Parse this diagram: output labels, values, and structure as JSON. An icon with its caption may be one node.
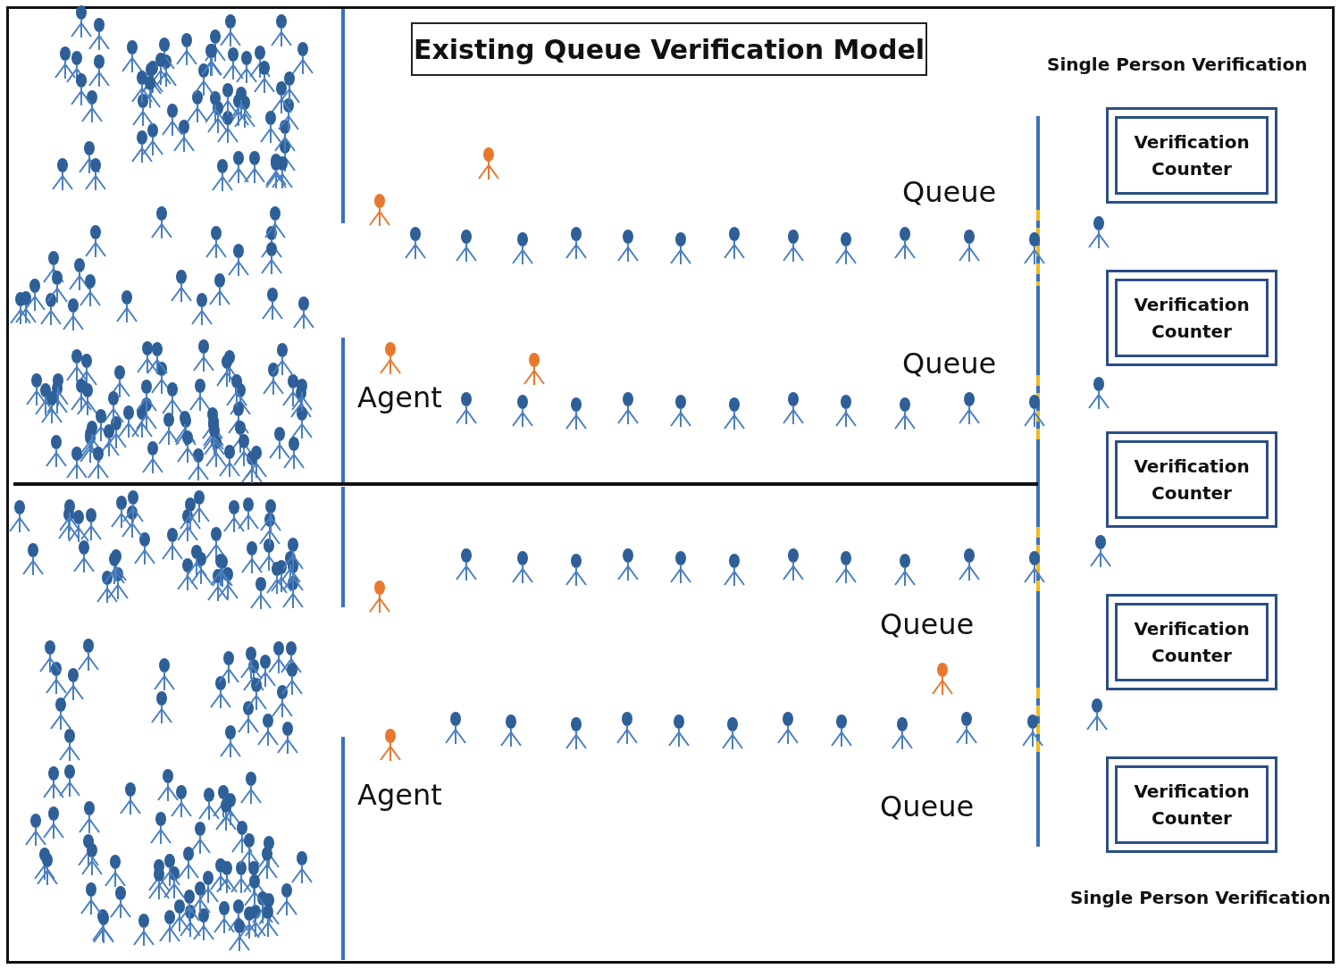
{
  "diagram": {
    "title": "Existing Queue Verification Model",
    "nodes": [
      {
        "text": [
          "Verification Counter"
        ]
      },
      {
        "text": [
          "Verification Counter"
        ]
      },
      {
        "text": [
          "Verification Counter"
        ]
      },
      {
        "text": [
          "Verification Counter"
        ]
      },
      {
        "text": [
          "Verification Counter"
        ]
      }
    ],
    "labels": [
      "Single Person Verification",
      "Queue",
      "Queue",
      "Agent",
      "Queue",
      "Agent",
      "Queue",
      "Single Person Verification"
    ]
  }
}
